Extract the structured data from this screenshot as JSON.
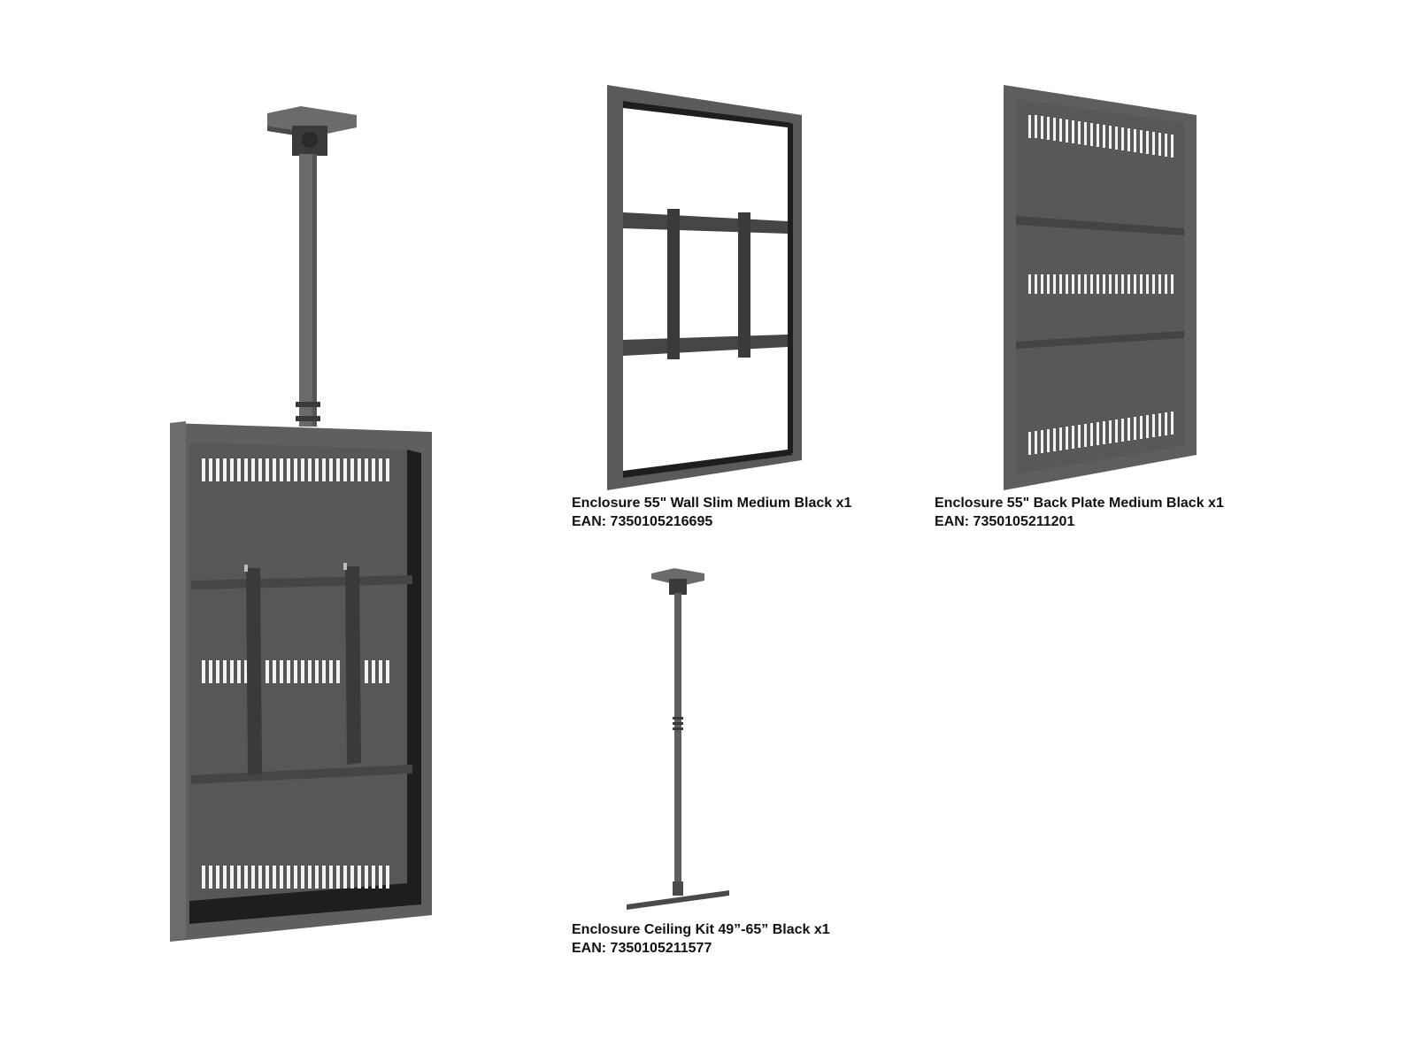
{
  "colors": {
    "metal": "#5a5a5a",
    "metal_light": "#6b6b6b",
    "metal_dark": "#3a3a3a",
    "shadow": "#1e1e1e",
    "caption": "#111111",
    "background": "#ffffff"
  },
  "icons": {
    "assembled": "ceiling-mounted-enclosure-image",
    "frame": "wall-slim-enclosure-image",
    "back_plate": "back-plate-image",
    "ceiling_kit": "ceiling-kit-image"
  },
  "products": [
    {
      "name": "Enclosure 55\" Wall Slim Medium Black x1",
      "ean": "EAN: 7350105216695"
    },
    {
      "name": "Enclosure 55\" Back Plate Medium Black x1",
      "ean": "EAN: 7350105211201"
    },
    {
      "name": "Enclosure Ceiling Kit 49”-65” Black x1",
      "ean": "EAN: 7350105211577"
    }
  ]
}
